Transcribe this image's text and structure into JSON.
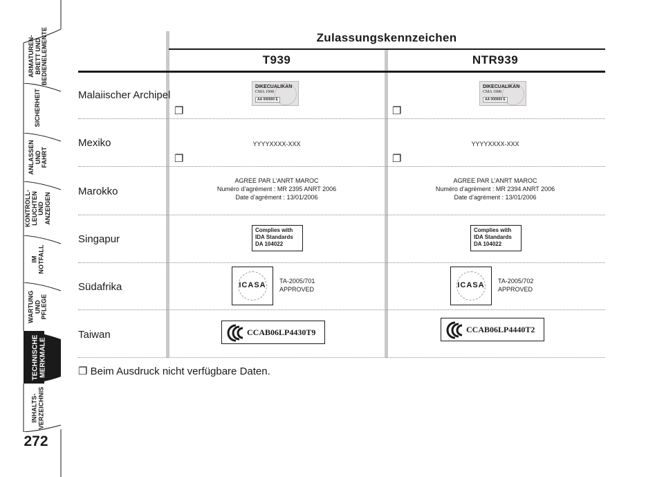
{
  "sidebar": {
    "tabs": [
      {
        "label": "ARMATUREN-\nBRETT UND\nBEDIENELEMENTE",
        "active": false
      },
      {
        "label": "SICHERHEIT",
        "active": false
      },
      {
        "label": "ANLASSEN\nUND FAHRT",
        "active": false
      },
      {
        "label": "KONTROLL-\nLEUCHTEN\nUND ANZEIGEN",
        "active": false
      },
      {
        "label": "IM NOTFALL",
        "active": false
      },
      {
        "label": "WARTUNG\nUND PFLEGE",
        "active": false
      },
      {
        "label": "TECHNISCHE\nMERKMALE",
        "active": true
      },
      {
        "label": "INHALTS-\nVERZEICHNIS",
        "active": false
      }
    ],
    "page_number": "272"
  },
  "table": {
    "title": "Zulassungskennzeichen",
    "columns": [
      "T939",
      "NTR939"
    ],
    "rows": [
      {
        "country": "Malaiischer Archipel"
      },
      {
        "country": "Mexiko",
        "t939": "YYYYXXXX-XXX",
        "ntr939": "YYYYXXXX-XXX"
      },
      {
        "country": "Marokko",
        "t939": [
          "AGREE PAR L’ANRT MAROC",
          "Numéro d’agrément : MR 2395 ANRT 2006",
          "Date d’agrément : 13/01/2006"
        ],
        "ntr939": [
          "AGREE PAR L’ANRT MAROC",
          "Numéro d’agrément : MR 2394 ANRT 2006",
          "Date d’agrément : 13/01/2006"
        ]
      },
      {
        "country": "Singapur",
        "ida": [
          "Complies with",
          "IDA  Standards",
          "DA 104022"
        ]
      },
      {
        "country": "Südafrika",
        "icasa_logo": "ICASA",
        "t939": [
          "TA-2005/701",
          "APPROVED"
        ],
        "ntr939": [
          "TA-2005/702",
          "APPROVED"
        ]
      },
      {
        "country": "Taiwan",
        "t939": "CCAB06LP4430T9",
        "ntr939": "CCAB06LP4440T2"
      }
    ],
    "indonesia_label": {
      "line1": "DIKECUALIKAN",
      "line2": "CMA 1998",
      "line3": "AA 000000 E"
    },
    "checkbox_symbol": "❐"
  },
  "footnote": "Beim Ausdruck nicht verfügbare Daten."
}
